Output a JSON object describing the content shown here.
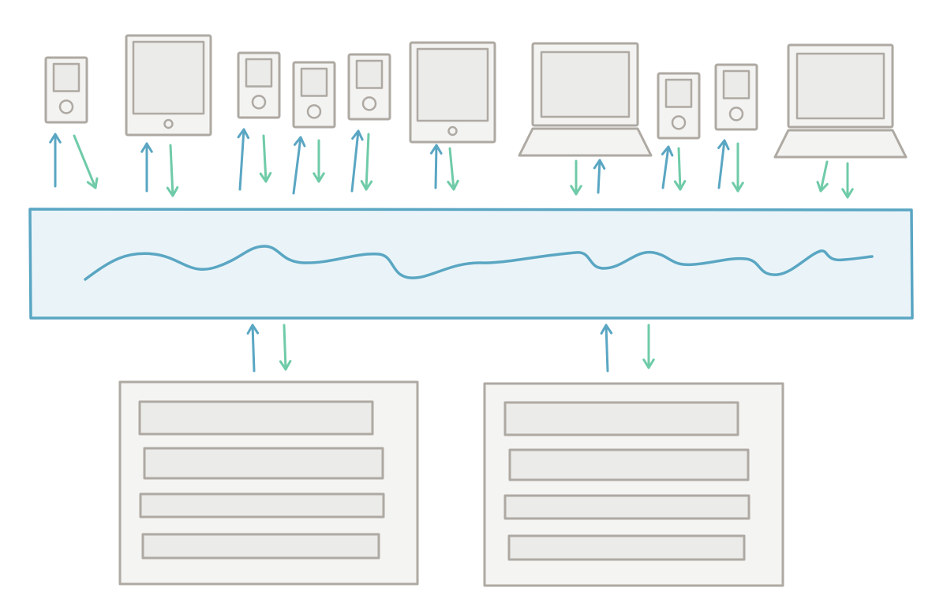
{
  "colors": {
    "background": "#ffffff",
    "device_stroke": "#aea9a2",
    "device_fill": "#f3f3f2",
    "screen_fill": "#ebebe9",
    "server_fill": "#f4f4f3",
    "server_row_fill": "#ebebe9",
    "bus_stroke": "#5aa6c3",
    "bus_fill": "#eaf4f8",
    "wave": "#5aa6c3",
    "arrow_up": "#5aa6c3",
    "arrow_down": "#6fcba8"
  },
  "devices": [
    {
      "kind": "phone"
    },
    {
      "kind": "tablet"
    },
    {
      "kind": "phone"
    },
    {
      "kind": "phone"
    },
    {
      "kind": "phone"
    },
    {
      "kind": "tablet"
    },
    {
      "kind": "laptop"
    },
    {
      "kind": "phone"
    },
    {
      "kind": "phone"
    },
    {
      "kind": "laptop"
    }
  ],
  "message_bus": {
    "kind": "stream"
  },
  "servers": [
    {
      "kind": "server",
      "rows": 4
    },
    {
      "kind": "server",
      "rows": 4
    }
  ]
}
